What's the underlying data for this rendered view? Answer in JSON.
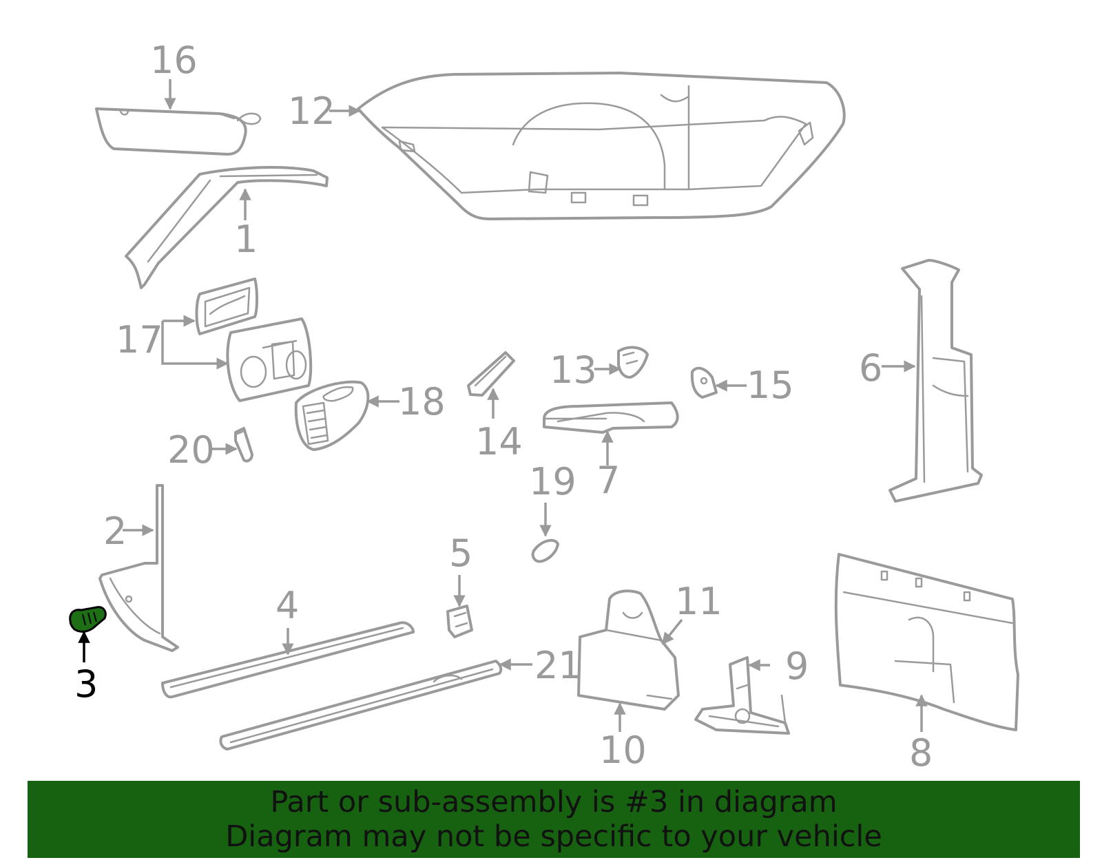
{
  "diagram": {
    "callouts": [
      {
        "id": "1",
        "label": "1"
      },
      {
        "id": "2",
        "label": "2"
      },
      {
        "id": "3",
        "label": "3",
        "highlighted": true
      },
      {
        "id": "4",
        "label": "4"
      },
      {
        "id": "5",
        "label": "5"
      },
      {
        "id": "6",
        "label": "6"
      },
      {
        "id": "7",
        "label": "7"
      },
      {
        "id": "8",
        "label": "8"
      },
      {
        "id": "9",
        "label": "9"
      },
      {
        "id": "10",
        "label": "10"
      },
      {
        "id": "11",
        "label": "11"
      },
      {
        "id": "12",
        "label": "12"
      },
      {
        "id": "13",
        "label": "13"
      },
      {
        "id": "14",
        "label": "14"
      },
      {
        "id": "15",
        "label": "15"
      },
      {
        "id": "16",
        "label": "16"
      },
      {
        "id": "17",
        "label": "17"
      },
      {
        "id": "18",
        "label": "18"
      },
      {
        "id": "19",
        "label": "19"
      },
      {
        "id": "20",
        "label": "20"
      },
      {
        "id": "21",
        "label": "21"
      }
    ],
    "colors": {
      "line_art": "#9a9a9a",
      "highlight_part": "#1d6e14",
      "highlight_label": "#000000"
    }
  },
  "banner": {
    "line1": "Part or sub-assembly is #3 in diagram",
    "line2": "Diagram may not be specific to your vehicle",
    "background": "#176211"
  }
}
